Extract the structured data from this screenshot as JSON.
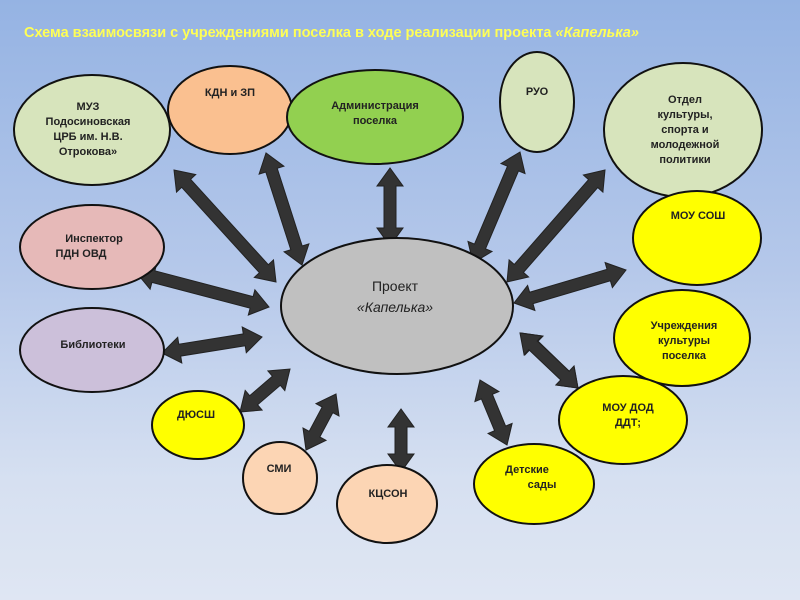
{
  "title": {
    "text": "Схема взаимосвязи с учреждениями поселка в ходе реализации проекта ",
    "emphasis": "«Капелька»",
    "color": "#ffff55"
  },
  "center": {
    "line1": "Проект",
    "line2": "«Капелька»",
    "fill": "#c0c0c0"
  },
  "colors": {
    "arrow": "#333333",
    "outline": "#111111",
    "pale_green": "#d7e4bc",
    "orange": "#fac090",
    "green": "#92d050",
    "pink": "#e6b9b8",
    "lavender": "#ccc0da",
    "yellow": "#ffff00",
    "peach": "#fcd5b4"
  },
  "nodes": [
    {
      "id": "muz-crb",
      "lines": [
        "МУЗ",
        "Подосиновская",
        "ЦРБ им. Н.В.",
        "Отрокова»"
      ],
      "color": "pale_green"
    },
    {
      "id": "kdn-zp",
      "lines": [
        "КДН и ЗП"
      ],
      "color": "orange"
    },
    {
      "id": "administration",
      "lines": [
        "Администрация",
        "поселка"
      ],
      "color": "green"
    },
    {
      "id": "ruo",
      "lines": [
        "РУО"
      ],
      "color": "pale_green"
    },
    {
      "id": "culture-dept",
      "lines": [
        "Отдел",
        "культуры,",
        "спорта и",
        "молодежной",
        "политики"
      ],
      "color": "pale_green"
    },
    {
      "id": "inspector-pdn",
      "lines": [
        "Инспектор",
        "ПДН ОВД"
      ],
      "color": "pink"
    },
    {
      "id": "moy-sosh",
      "lines": [
        "МОУ СОШ"
      ],
      "color": "yellow"
    },
    {
      "id": "libraries",
      "lines": [
        "Библиотеки"
      ],
      "color": "lavender"
    },
    {
      "id": "culture-institutions",
      "lines": [
        "Учреждения",
        "культуры",
        "поселка"
      ],
      "color": "yellow"
    },
    {
      "id": "dyussh",
      "lines": [
        "ДЮСШ"
      ],
      "color": "yellow"
    },
    {
      "id": "moy-dod",
      "lines": [
        "МОУ ДОД",
        "ДДТ;"
      ],
      "color": "yellow"
    },
    {
      "id": "smi",
      "lines": [
        "СМИ"
      ],
      "color": "peach"
    },
    {
      "id": "kcson",
      "lines": [
        "КЦСОН"
      ],
      "color": "peach"
    },
    {
      "id": "kindergartens",
      "lines": [
        "Детские",
        "сады"
      ],
      "color": "yellow"
    }
  ]
}
